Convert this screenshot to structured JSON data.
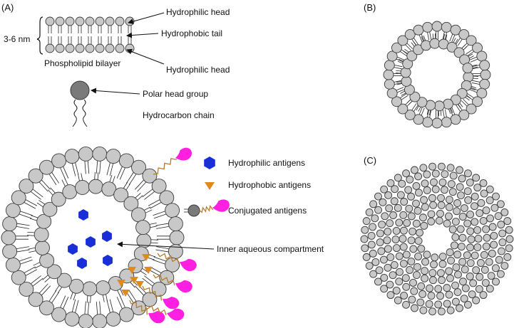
{
  "panels": {
    "a": "(A)",
    "b": "(B)",
    "c": "(C)"
  },
  "bilayer": {
    "thickness": "3-6 nm",
    "caption": "Phospholipid bilayer",
    "labels": [
      "Hydrophilic head",
      "Hydrophobic tail",
      "Hydrophilic head"
    ]
  },
  "phospholipid": {
    "head": "Polar head group",
    "chain": "Hydrocarbon chain"
  },
  "legend": {
    "hydrophilic": "Hydrophilic antigens",
    "hydrophobic": "Hydrophobic antigens",
    "conjugated": "Conjugated antigens"
  },
  "compartment": "Inner aqueous compartment",
  "colors": {
    "head_fill": "#c8c8c8",
    "head_stroke": "#3a3a3a",
    "polar_head": "#7a7a7a",
    "hydrophilic_antigen": "#1a2ed8",
    "hydrophobic_antigen": "#e08a1e",
    "conjugated_antigen": "#ff1fe0",
    "linker": "#b87a2a"
  },
  "icons": {
    "hydrophilic": "blue-hexagon-icon",
    "hydrophobic": "orange-triangle-icon",
    "conjugated": "magenta-drop-icon"
  }
}
